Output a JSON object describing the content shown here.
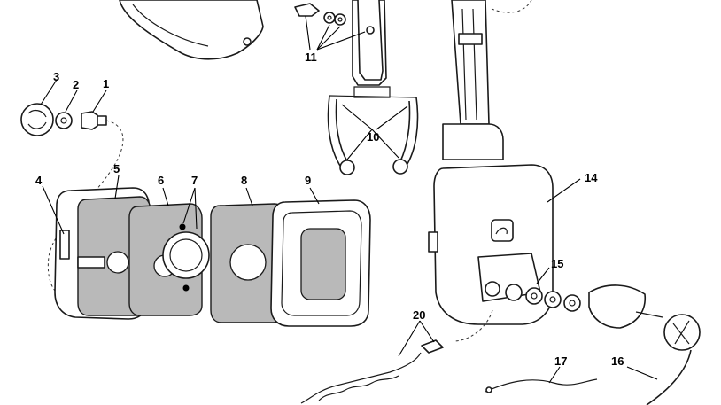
{
  "colors": {
    "line": "#1a1a1a",
    "pad_fill": "#b9b9b9",
    "background": "#ffffff"
  },
  "icons": [
    "cable-icon",
    "headset-icon",
    "ear-cushion-icon",
    "microphone-icon",
    "logo-icon"
  ],
  "callouts": [
    {
      "id": "1",
      "text": "1"
    },
    {
      "id": "2",
      "text": "2"
    },
    {
      "id": "3",
      "text": "3"
    },
    {
      "id": "4",
      "text": "4"
    },
    {
      "id": "5",
      "text": "5"
    },
    {
      "id": "6",
      "text": "6"
    },
    {
      "id": "7",
      "text": "7"
    },
    {
      "id": "8",
      "text": "8"
    },
    {
      "id": "9",
      "text": "9"
    },
    {
      "id": "10",
      "text": "10"
    },
    {
      "id": "11",
      "text": "11"
    },
    {
      "id": "14",
      "text": "14"
    },
    {
      "id": "15",
      "text": "15"
    },
    {
      "id": "16",
      "text": "16"
    },
    {
      "id": "17",
      "text": "17"
    },
    {
      "id": "20",
      "text": "20"
    }
  ]
}
